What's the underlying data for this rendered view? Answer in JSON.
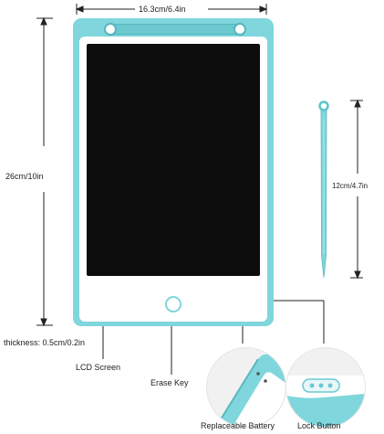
{
  "dimensions": {
    "width_label": "16.3cm/6.4in",
    "height_label": "26cm/10in",
    "stylus_label": "12cm/4.7in",
    "thickness_label": "thickness: 0.5cm/0.2in"
  },
  "callouts": {
    "lcd_screen": "LCD Screen",
    "erase_key": "Erase Key",
    "replaceable_battery": "Replaceable Battery",
    "lock_button": "Lock Button"
  },
  "colors": {
    "tablet_body": "#7fd6dc",
    "screen": "#0c0c0c"
  }
}
